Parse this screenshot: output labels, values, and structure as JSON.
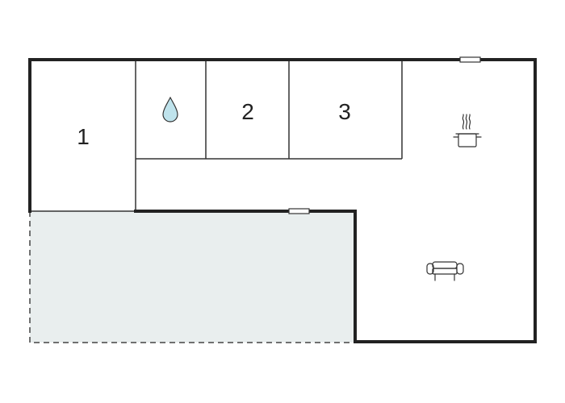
{
  "floorplan": {
    "rooms": [
      {
        "id": "room-1",
        "label": "1"
      },
      {
        "id": "room-2",
        "label": "2"
      },
      {
        "id": "room-3",
        "label": "3"
      }
    ],
    "icons": {
      "bathroom": "water-drop-icon",
      "kitchen": "cooking-pot-icon",
      "living": "sofa-icon"
    },
    "colors": {
      "wall": "#222222",
      "terrace_fill": "#e9eeee",
      "water_drop": "#bfe3ec",
      "background": "#ffffff"
    }
  }
}
